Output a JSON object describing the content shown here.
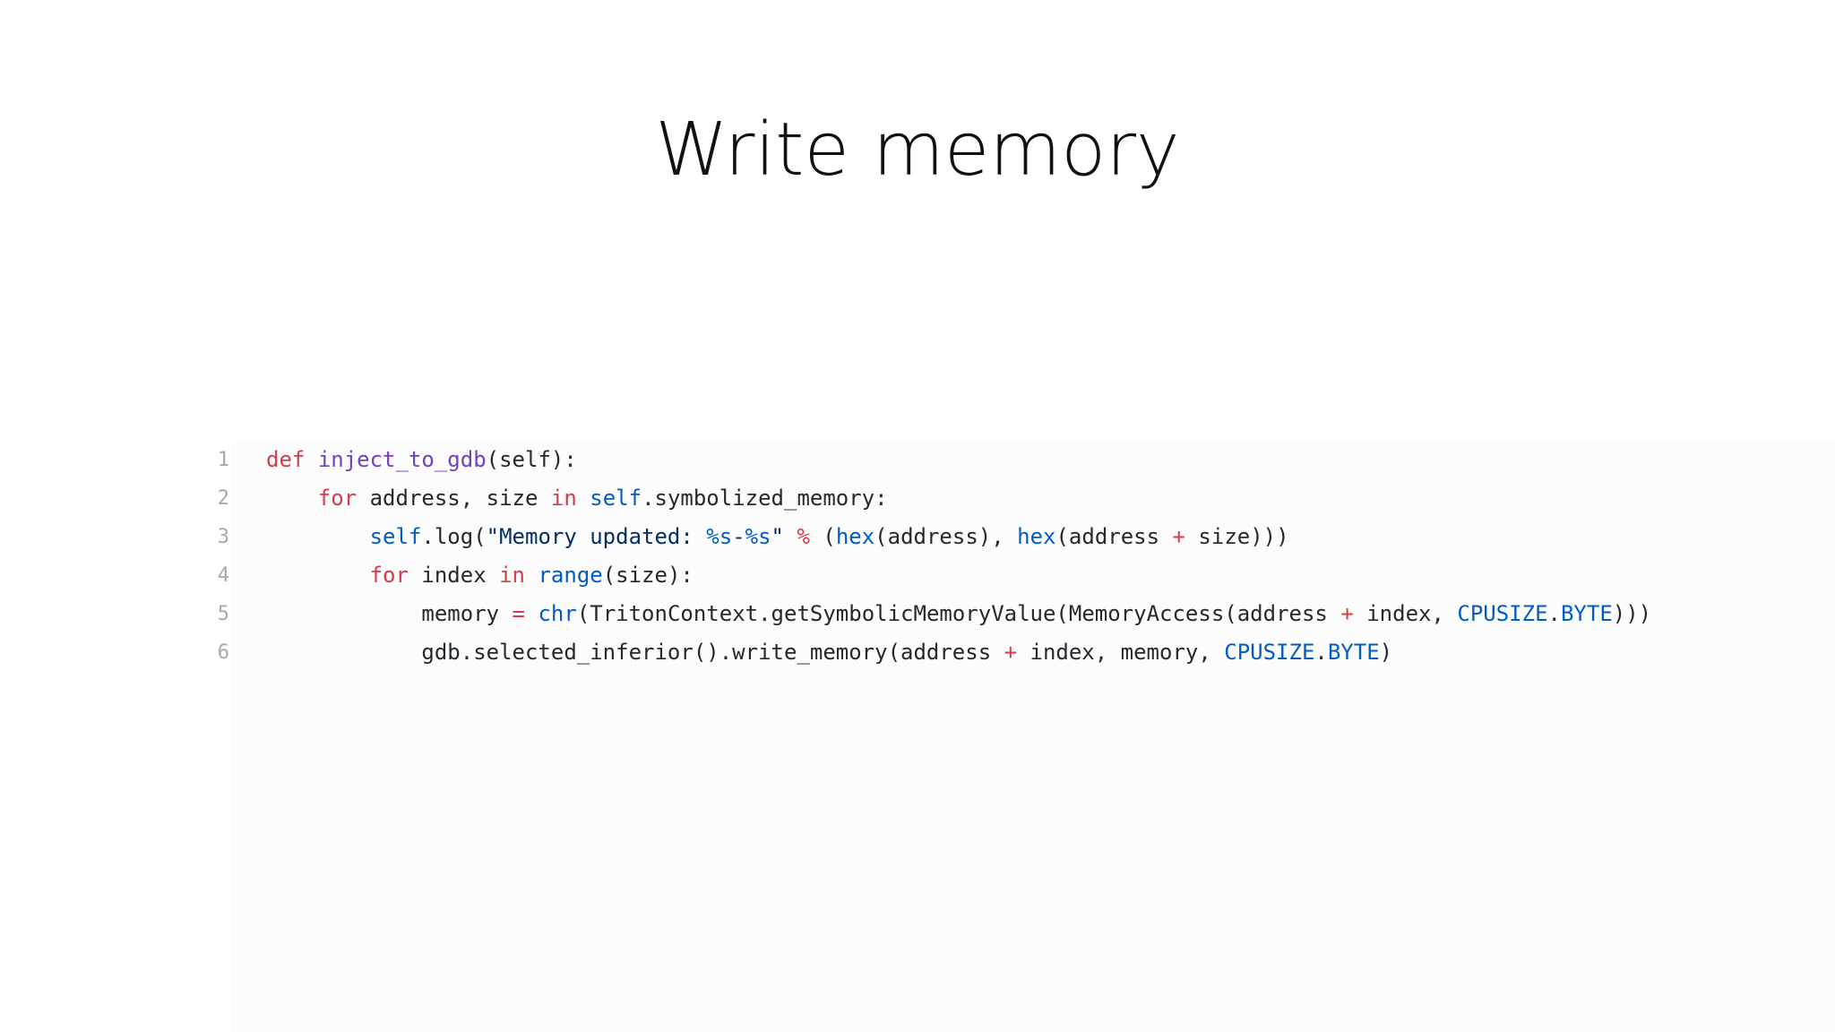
{
  "slide": {
    "title": "Write memory"
  },
  "code": {
    "lines": [
      {
        "number": "1",
        "indent": "",
        "tokens": [
          {
            "t": "def",
            "k": "kw"
          },
          {
            "t": " ",
            "k": "plain"
          },
          {
            "t": "inject_to_gdb",
            "k": "fn"
          },
          {
            "t": "(self):",
            "k": "plain"
          }
        ]
      },
      {
        "number": "2",
        "indent": "    ",
        "tokens": [
          {
            "t": "for",
            "k": "kw"
          },
          {
            "t": " address, size ",
            "k": "plain"
          },
          {
            "t": "in",
            "k": "kw"
          },
          {
            "t": " ",
            "k": "plain"
          },
          {
            "t": "self",
            "k": "bi"
          },
          {
            "t": ".symbolized_memory:",
            "k": "plain"
          }
        ]
      },
      {
        "number": "3",
        "indent": "        ",
        "tokens": [
          {
            "t": "self",
            "k": "bi"
          },
          {
            "t": ".log(",
            "k": "plain"
          },
          {
            "t": "\"Memory updated: ",
            "k": "str"
          },
          {
            "t": "%s",
            "k": "cst"
          },
          {
            "t": "-",
            "k": "str"
          },
          {
            "t": "%s",
            "k": "cst"
          },
          {
            "t": "\"",
            "k": "str"
          },
          {
            "t": " ",
            "k": "plain"
          },
          {
            "t": "%",
            "k": "op"
          },
          {
            "t": " (",
            "k": "plain"
          },
          {
            "t": "hex",
            "k": "bi"
          },
          {
            "t": "(address), ",
            "k": "plain"
          },
          {
            "t": "hex",
            "k": "bi"
          },
          {
            "t": "(address ",
            "k": "plain"
          },
          {
            "t": "+",
            "k": "op"
          },
          {
            "t": " size)))",
            "k": "plain"
          }
        ]
      },
      {
        "number": "4",
        "indent": "        ",
        "tokens": [
          {
            "t": "for",
            "k": "kw"
          },
          {
            "t": " index ",
            "k": "plain"
          },
          {
            "t": "in",
            "k": "kw"
          },
          {
            "t": " ",
            "k": "plain"
          },
          {
            "t": "range",
            "k": "bi"
          },
          {
            "t": "(size):",
            "k": "plain"
          }
        ]
      },
      {
        "number": "5",
        "indent": "            ",
        "tokens": [
          {
            "t": "memory ",
            "k": "plain"
          },
          {
            "t": "=",
            "k": "op"
          },
          {
            "t": " ",
            "k": "plain"
          },
          {
            "t": "chr",
            "k": "bi"
          },
          {
            "t": "(TritonContext.getSymbolicMemoryValue(MemoryAccess(address ",
            "k": "plain"
          },
          {
            "t": "+",
            "k": "op"
          },
          {
            "t": " index, ",
            "k": "plain"
          },
          {
            "t": "CPUSIZE",
            "k": "cst"
          },
          {
            "t": ".",
            "k": "plain"
          },
          {
            "t": "BYTE",
            "k": "cst"
          },
          {
            "t": ")))",
            "k": "plain"
          }
        ]
      },
      {
        "number": "6",
        "indent": "            ",
        "tokens": [
          {
            "t": "gdb.selected_inferior().write_memory(address ",
            "k": "plain"
          },
          {
            "t": "+",
            "k": "op"
          },
          {
            "t": " index, memory, ",
            "k": "plain"
          },
          {
            "t": "CPUSIZE",
            "k": "cst"
          },
          {
            "t": ".",
            "k": "plain"
          },
          {
            "t": "BYTE",
            "k": "cst"
          },
          {
            "t": ")",
            "k": "plain"
          }
        ]
      }
    ]
  }
}
